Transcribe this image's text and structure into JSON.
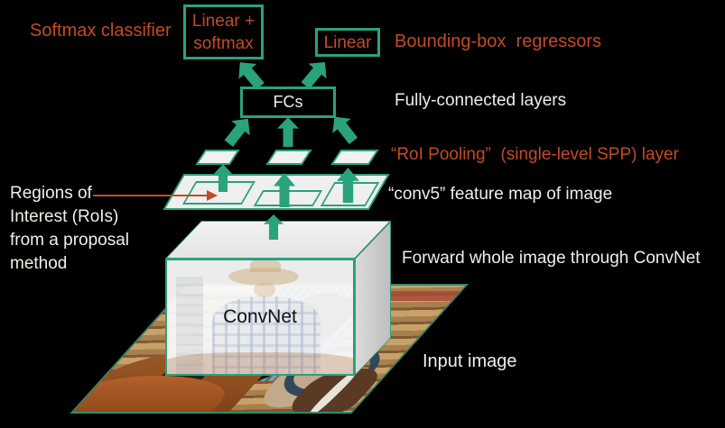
{
  "colors": {
    "teal": "#2aa27b",
    "orange": "#c14b28",
    "text": "#f1eee8"
  },
  "diagram": {
    "classifier": {
      "softmax_label": "Softmax classifier",
      "linear_softmax_line1": "Linear +",
      "linear_softmax_line2": "softmax",
      "linear_label": "Linear",
      "bbox_label": "Bounding-box  regressors"
    },
    "fc": {
      "box_label": "FCs",
      "caption": "Fully-connected layers"
    },
    "roi_pooling": {
      "caption": "“RoI Pooling”  (single-level SPP) layer"
    },
    "conv5": {
      "caption": "“conv5” feature map of image"
    },
    "rois_note": {
      "line1": "Regions of",
      "line2": "Interest (RoIs)",
      "line3": "from a proposal",
      "line4": "method"
    },
    "convnet": {
      "box_label": "ConvNet",
      "caption": "Forward whole image through ConvNet"
    },
    "input": {
      "caption": "Input image"
    }
  }
}
